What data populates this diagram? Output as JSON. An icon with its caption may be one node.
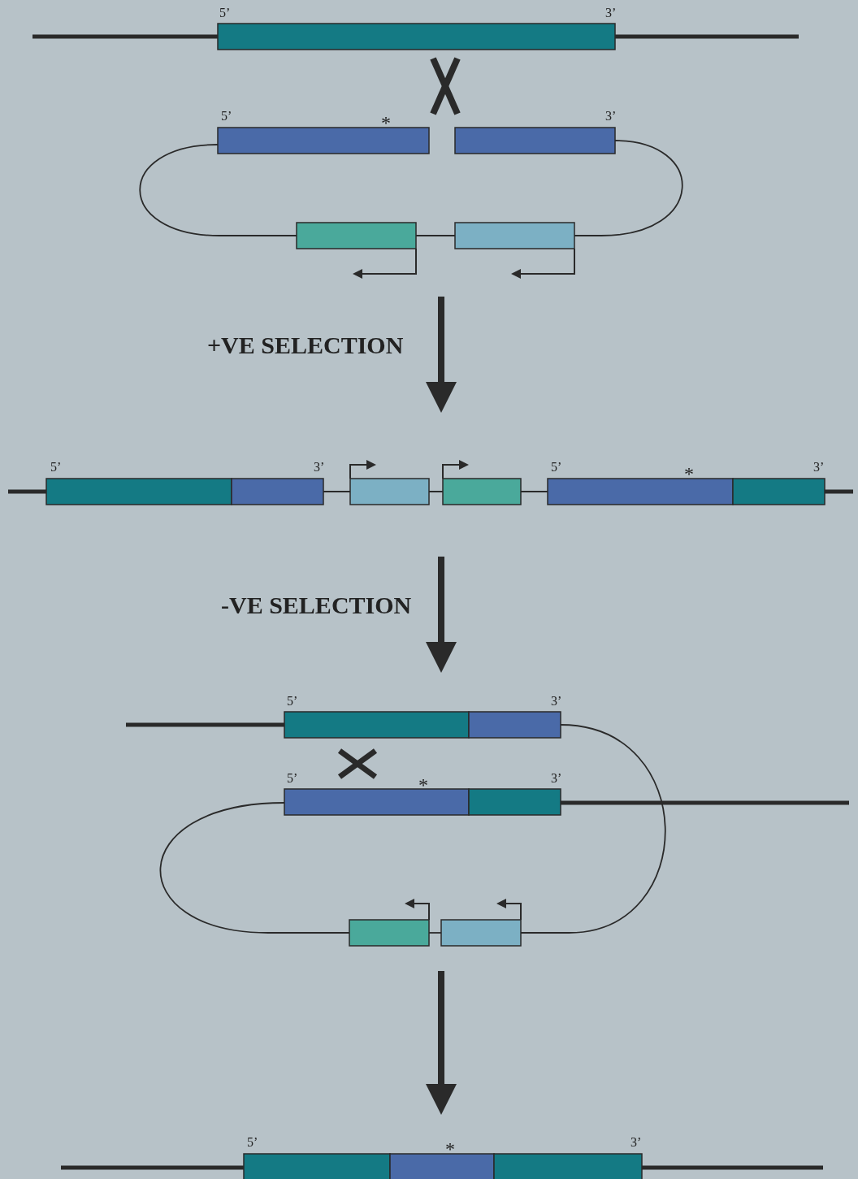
{
  "diagram": {
    "labels": [
      "5’",
      "3’",
      "5’",
      "*",
      "3’",
      "+VE SELECTION",
      "5’",
      "3’",
      "5’",
      "*",
      "3’",
      "-VE SELECTION",
      "5’",
      "3’",
      "5’",
      "*",
      "3’",
      "5’",
      "*",
      "3’"
    ]
  }
}
